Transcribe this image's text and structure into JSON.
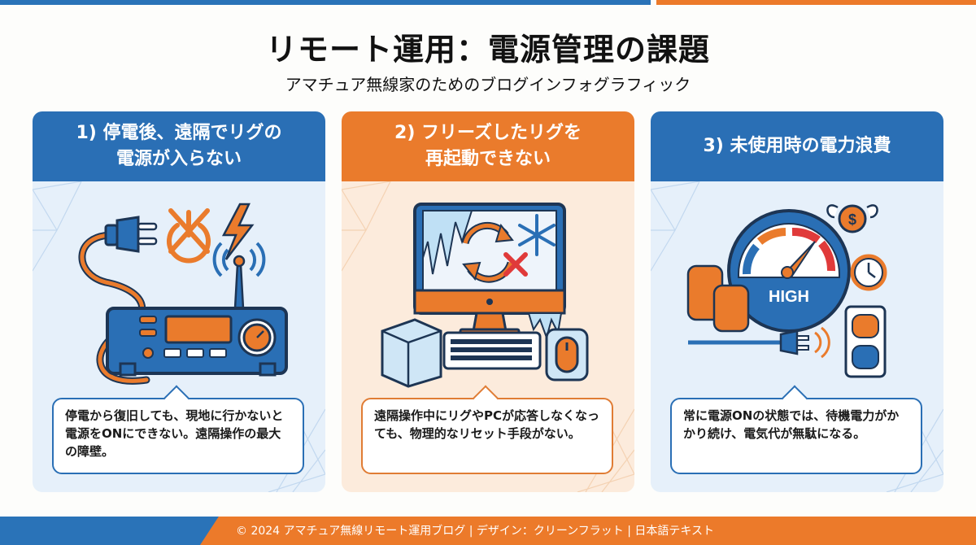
{
  "header": {
    "title": "リモート運用：電源管理の課題",
    "subtitle": "アマチュア無線家のためのブログインフォグラフィック"
  },
  "colors": {
    "blue": "#2a6fb5",
    "orange": "#ea7b2c",
    "panel_blue_bg": "#e6f0fa",
    "panel_orange_bg": "#fcebdc",
    "red_x": "#e03a3a"
  },
  "panels": [
    {
      "heading": "1) 停電後、遠隔でリグの電源が入らない",
      "heading_line1": "1) 停電後、遠隔でリグの",
      "heading_line2": "電源が入らない",
      "icons": [
        "power-plug-icon",
        "power-off-crossed-icon",
        "lightning-bolt-icon",
        "radio-transceiver-icon",
        "antenna-signal-icon"
      ],
      "description": "停電から復旧しても、現地に行かないと電源をONにできない。遠隔操作の最大の障壁。"
    },
    {
      "heading": "2) フリーズしたリグを再起動できない",
      "heading_line1": "2) フリーズしたリグを",
      "heading_line2": "再起動できない",
      "icons": [
        "frozen-monitor-icon",
        "restart-failed-icon",
        "snowflake-icon",
        "ice-cube-icon",
        "keyboard-icon",
        "frozen-mouse-icon"
      ],
      "description": "遠隔操作中にリグやPCが応答しなくなっても、物理的なリセット手段がない。"
    },
    {
      "heading": "3) 未使用時の電力浪費",
      "heading_line1": "3) 未使用時の電力浪費",
      "heading_line2": "",
      "icons": [
        "power-gauge-icon",
        "flying-money-icon",
        "clock-icon",
        "coin-stack-icon",
        "plug-icon",
        "wall-outlet-icon"
      ],
      "gauge_label": "HIGH",
      "description": "常に電源ONの状態では、待機電力がかかり続け、電気代が無駄になる。"
    }
  ],
  "footer": {
    "text": "© 2024 アマチュア無線リモート運用ブログ | デザイン：クリーンフラット | 日本語テキスト"
  }
}
